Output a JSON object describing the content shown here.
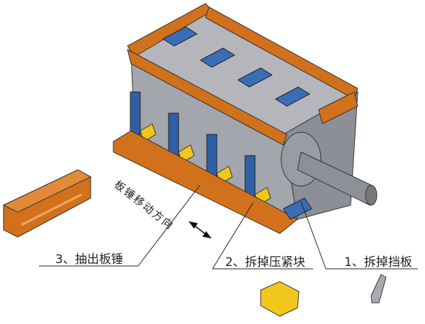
{
  "direction_label": "板锤移动方向",
  "steps": [
    {
      "label": "1、拆掉挡板"
    },
    {
      "label": "2、拆掉压紧块"
    },
    {
      "label": "3、抽出板锤"
    }
  ],
  "colors": {
    "orange": "#D2711C",
    "blue": "#3A6DB5",
    "grey": "#9A9CA3",
    "yellow": "#F2C71C"
  }
}
